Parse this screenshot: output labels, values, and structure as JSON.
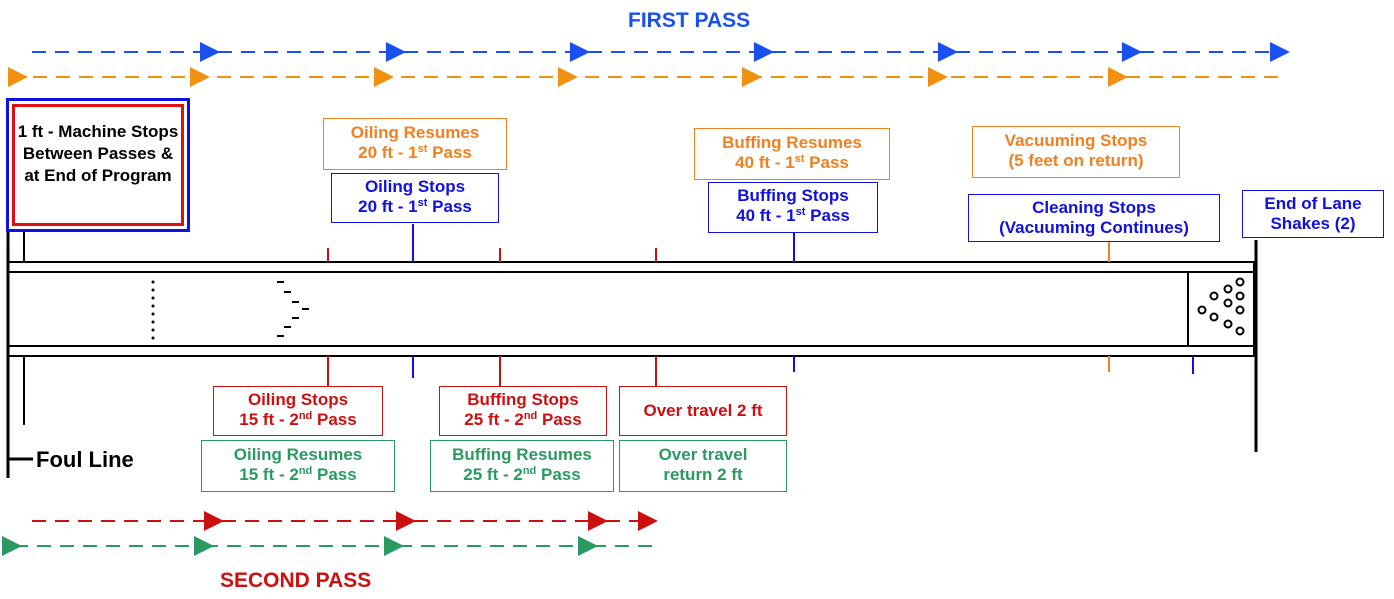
{
  "first_pass_title": "FIRST PASS",
  "second_pass_title": "SECOND PASS",
  "machine_stops": "1 ft - Machine Stops Between Passes & at End of Program",
  "oiling_resumes_1": {
    "line1": "Oiling Resumes",
    "line2a": "20 ft - 1",
    "sup": "st",
    "line2b": " Pass"
  },
  "oiling_stops_1": {
    "line1": "Oiling Stops",
    "line2a": "20 ft - 1",
    "sup": "st",
    "line2b": " Pass"
  },
  "buffing_resumes_1": {
    "line1": "Buffing Resumes",
    "line2a": "40 ft - 1",
    "sup": "st",
    "line2b": " Pass"
  },
  "buffing_stops_1": {
    "line1": "Buffing  Stops",
    "line2a": "40 ft - 1",
    "sup": "st",
    "line2b": " Pass"
  },
  "vacuuming_stops": {
    "line1": "Vacuuming Stops",
    "line2": "(5 feet on return)"
  },
  "cleaning_stops": {
    "line1": "Cleaning Stops",
    "line2": "(Vacuuming Continues)"
  },
  "end_of_lane": {
    "line1": "End of Lane",
    "line2": "Shakes (2)"
  },
  "oiling_stops_2": {
    "line1": "Oiling Stops",
    "line2a": "15 ft - 2",
    "sup": "nd",
    "line2b": " Pass"
  },
  "oiling_resumes_2": {
    "line1": "Oiling Resumes",
    "line2a": "15 ft - 2",
    "sup": "nd",
    "line2b": " Pass"
  },
  "buffing_stops_2": {
    "line1": "Buffing Stops",
    "line2a": "25 ft - 2",
    "sup": "nd",
    "line2b": " Pass"
  },
  "buffing_resumes_2": {
    "line1": "Buffing Resumes",
    "line2a": "25 ft - 2",
    "sup": "nd",
    "line2b": " Pass"
  },
  "over_travel": "Over travel 2 ft",
  "over_travel_return": {
    "line1": "Over travel",
    "line2": "return 2 ft"
  },
  "foul_line": "Foul Line",
  "colors": {
    "blue": "#1010e0",
    "orange": "#f08020",
    "red": "#cc1010",
    "green": "#2a9a60"
  }
}
